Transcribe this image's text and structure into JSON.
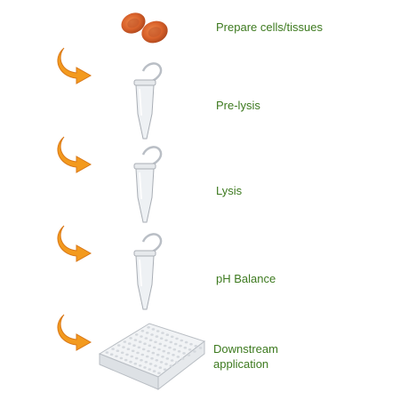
{
  "steps": [
    {
      "label": "Prepare cells/tissues",
      "icon": "red-blood-cells-icon"
    },
    {
      "label": "Pre-lysis",
      "icon": "microcentrifuge-tube-icon"
    },
    {
      "label": "Lysis",
      "icon": "microcentrifuge-tube-icon"
    },
    {
      "label": "pH Balance",
      "icon": "microcentrifuge-tube-icon"
    },
    {
      "label": "Downstream application",
      "icon": "96-well-plate-icon"
    }
  ],
  "arrow_icon": "curved-arrow-icon",
  "colors": {
    "label_text": "#3d7a1f",
    "arrow": "#f39a1e",
    "cell": "#d9622b"
  }
}
